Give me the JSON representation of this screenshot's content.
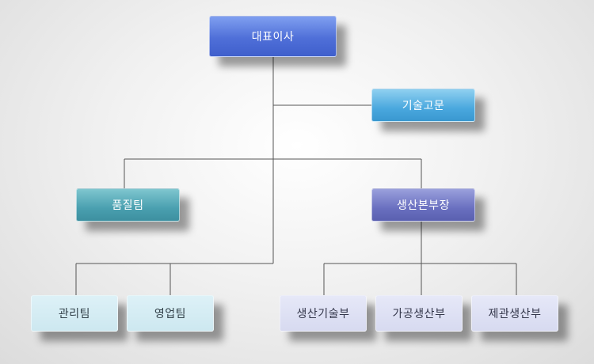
{
  "org": {
    "ceo": "대표이사",
    "advisor": "기술고문",
    "quality": "품질팀",
    "production_hq": "생산본부장",
    "management": "관리팀",
    "sales": "영업팀",
    "production_tech": "생산기술부",
    "processing": "가공생산부",
    "pharma_production": "제관생산부"
  },
  "colors": {
    "ceo": "#5a78e0",
    "advisor": "#56aee0",
    "quality": "#56a8b6",
    "production_hq": "#7076c4",
    "leaf_teal": "#d6edf4",
    "leaf_lavender": "#dfe1f4",
    "connector": "#555555"
  }
}
